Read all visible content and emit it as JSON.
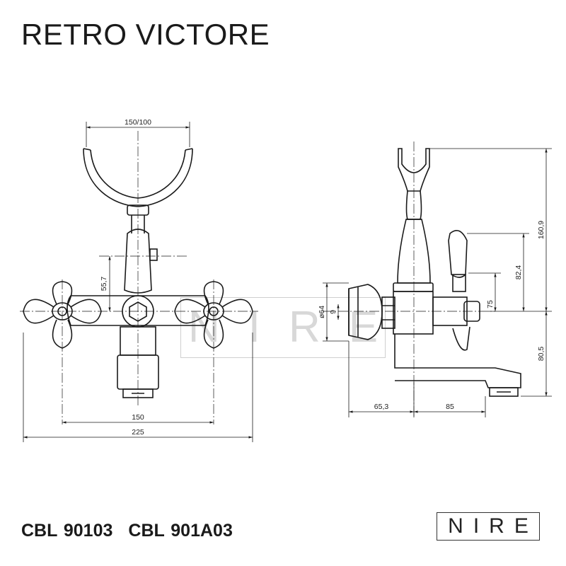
{
  "title": "RETRO VICTORE",
  "product_codes": [
    "CBL 90103",
    "CBL 901A03"
  ],
  "logo": "NIRE",
  "watermark": "NIRE",
  "front_view": {
    "dimensions": {
      "holder_width": "150/100",
      "center_height": "55,7",
      "inlet_spacing": "150",
      "overall_width": "225"
    }
  },
  "side_view": {
    "dimensions": {
      "total_height": "160,9",
      "lever_height": "82,4",
      "handle_height": "75",
      "spout_drop": "80,5",
      "rosette_diameter": "ø64",
      "rosette_depth": "9",
      "wall_offset": "65,3",
      "spout_reach": "85"
    }
  }
}
